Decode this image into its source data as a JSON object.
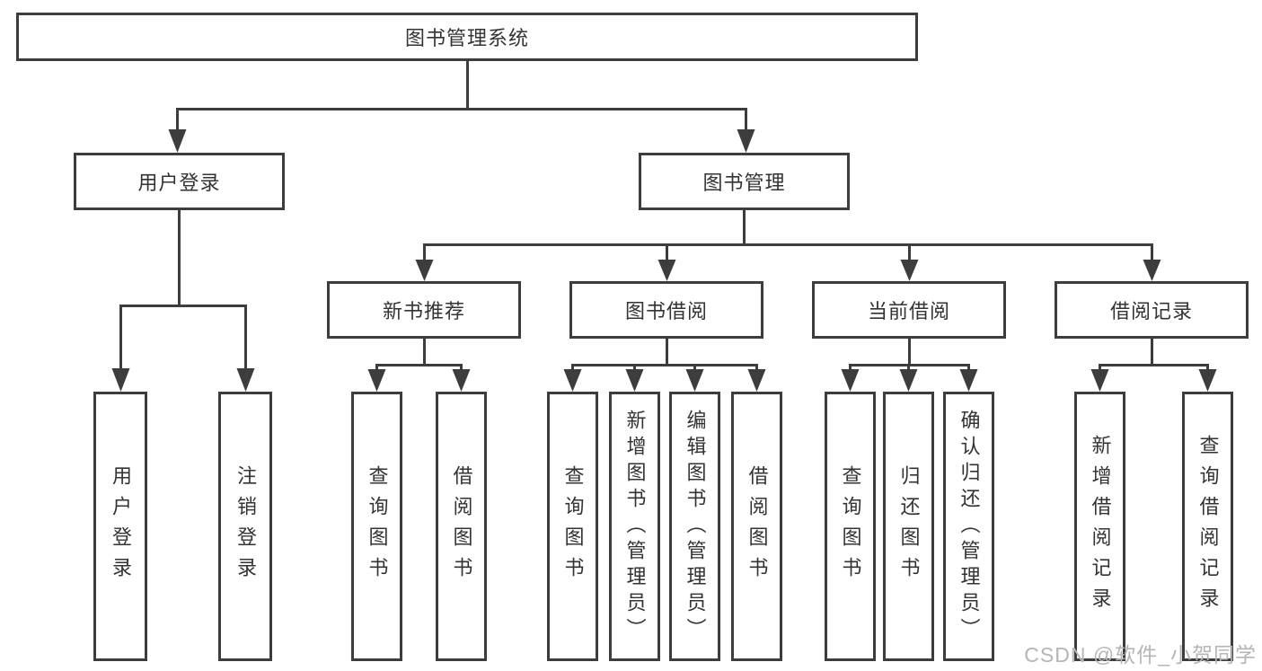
{
  "diagram": {
    "type": "function-structure-tree",
    "root": {
      "label": "图书管理系统"
    },
    "children": [
      {
        "label": "用户登录",
        "children": [
          {
            "label": "用户登录"
          },
          {
            "label": "注销登录"
          }
        ]
      },
      {
        "label": "图书管理",
        "children": [
          {
            "label": "新书推荐",
            "children": [
              {
                "label": "查询图书"
              },
              {
                "label": "借阅图书"
              }
            ]
          },
          {
            "label": "图书借阅",
            "children": [
              {
                "label": "查询图书"
              },
              {
                "label": "新增图书（管理员）"
              },
              {
                "label": "编辑图书（管理员）"
              },
              {
                "label": "借阅图书"
              }
            ]
          },
          {
            "label": "当前借阅",
            "children": [
              {
                "label": "查询图书"
              },
              {
                "label": "归还图书"
              },
              {
                "label": "确认归还（管理员）"
              }
            ]
          },
          {
            "label": "借阅记录",
            "children": [
              {
                "label": "新增借阅记录"
              },
              {
                "label": "查询借阅记录"
              }
            ]
          }
        ]
      }
    ]
  },
  "watermark": "CSDN @软件_小贺同学",
  "colors": {
    "line": "#3d3d3d",
    "box_border": "#3d3d3d",
    "text": "#333333",
    "background": "#ffffff",
    "watermark": "#b5b5b5"
  }
}
